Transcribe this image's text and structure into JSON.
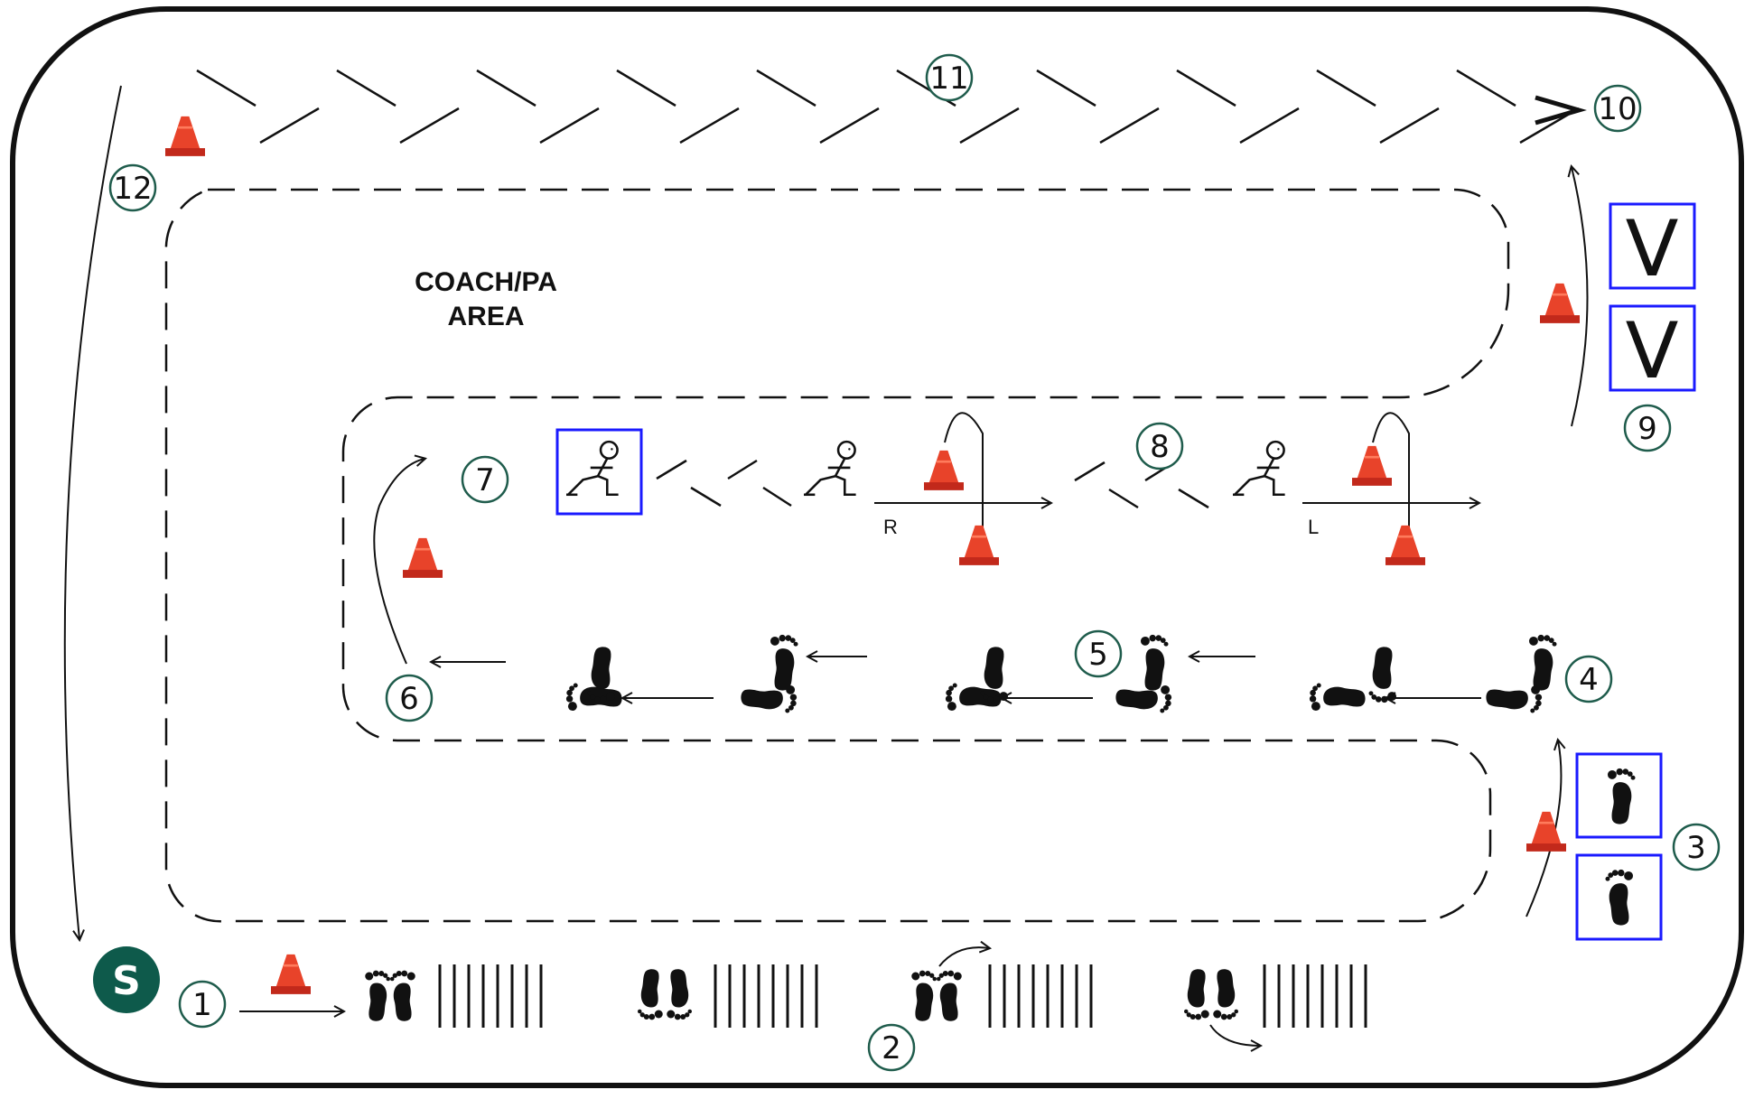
{
  "colors": {
    "outline": "#111111",
    "station_ring": "#1f5c4c",
    "start_fill": "#0e5a4b",
    "cone": "#e8432a",
    "cone_base": "#c2291b",
    "callout_box": "#1a1aff"
  },
  "start": {
    "label": "S"
  },
  "coach_area": {
    "line1": "COACH/PA",
    "line2": "AREA"
  },
  "stations": [
    {
      "id": "station-1",
      "label": "1"
    },
    {
      "id": "station-2",
      "label": "2"
    },
    {
      "id": "station-3",
      "label": "3"
    },
    {
      "id": "station-4",
      "label": "4"
    },
    {
      "id": "station-5",
      "label": "5"
    },
    {
      "id": "station-6",
      "label": "6"
    },
    {
      "id": "station-7",
      "label": "7"
    },
    {
      "id": "station-8",
      "label": "8"
    },
    {
      "id": "station-9",
      "label": "9"
    },
    {
      "id": "station-10",
      "label": "10"
    },
    {
      "id": "station-11",
      "label": "11"
    },
    {
      "id": "station-12",
      "label": "12"
    }
  ],
  "lunge_labels": {
    "right": "R",
    "left": "L"
  },
  "v_callouts": [
    "V",
    "V"
  ],
  "icons": {
    "cone": "traffic-cone-icon",
    "footprints": "footprints-icon",
    "footprint": "footprint-icon",
    "lunge": "lunge-figure-icon"
  }
}
